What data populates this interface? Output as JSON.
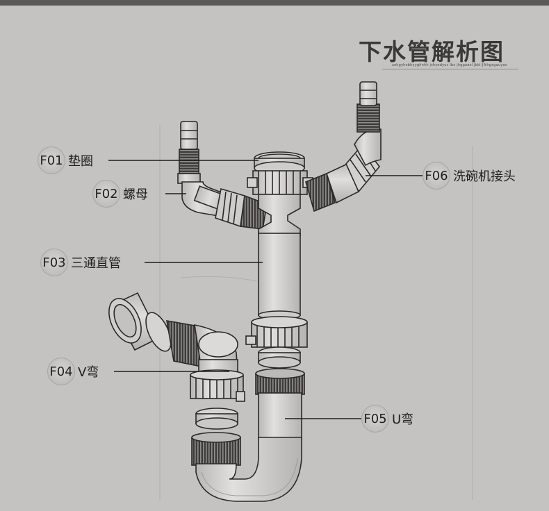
{
  "title": "下水管解析图",
  "subtitle": "xohgyhobhyyghnhh jshyedyuc lbx jhggaaol jbkl-Jlkhgxgauyav",
  "callouts": [
    {
      "code": "F01",
      "label": "垫圈"
    },
    {
      "code": "F02",
      "label": "螺母"
    },
    {
      "code": "F03",
      "label": "三通直管"
    },
    {
      "code": "F04",
      "label": "V弯"
    },
    {
      "code": "F05",
      "label": "U弯"
    },
    {
      "code": "F06",
      "label": "洗碗机接头"
    }
  ],
  "colors": {
    "background": "#c5c3c1",
    "pipe_fill": "#d8d6d4",
    "outline": "#2a2928",
    "title": "#3a3938"
  }
}
